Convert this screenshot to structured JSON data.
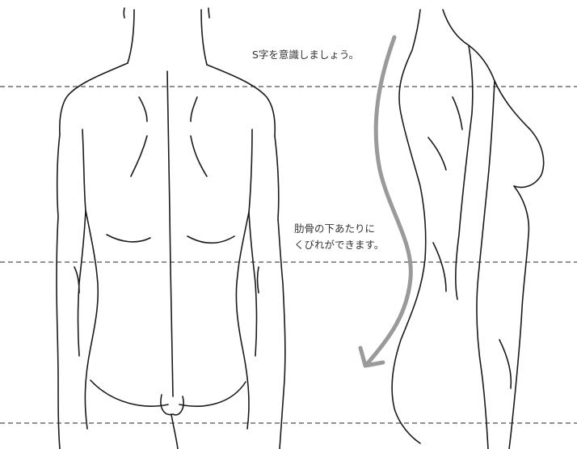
{
  "annotations": {
    "s_curve": "S字を意識しましょう。",
    "ribs_line1": "肋骨の下あたりに",
    "ribs_line2": "くびれができます。"
  },
  "colors": {
    "line": "#1a1a1a",
    "guide": "#6e6e6e",
    "arrow": "#9a9a9a",
    "text": "#333333"
  },
  "icons": {
    "arrow": "curved-s-arrow-icon"
  }
}
